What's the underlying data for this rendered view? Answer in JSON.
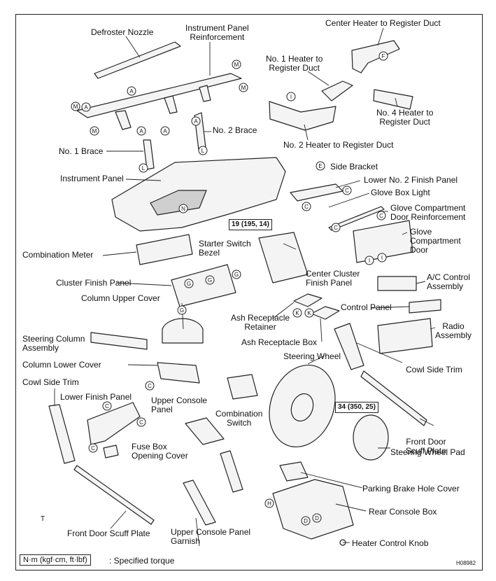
{
  "labels": {
    "defroster_nozzle": "Defroster Nozzle",
    "ip_reinforcement": "Instrument Panel\nReinforcement",
    "center_heater_duct": "Center Heater to Register Duct",
    "no1_heater_duct": "No. 1 Heater to\nRegister Duct",
    "no4_heater_duct": "No. 4 Heater to\nRegister Duct",
    "no2_brace": "No. 2 Brace",
    "no1_brace": "No. 1 Brace",
    "no2_heater_duct": "No. 2 Heater to Register Duct",
    "side_bracket": "Side Bracket",
    "instrument_panel": "Instrument Panel",
    "lower_no2_finish": "Lower No. 2 Finish Panel",
    "glove_box_light": "Glove Box Light",
    "glove_reinforcement": "Glove Compartment\nDoor Reinforcement",
    "glove_door": "Glove\nCompartment\nDoor",
    "combination_meter": "Combination Meter",
    "starter_bezel": "Starter Switch\nBezel",
    "center_cluster": "Center Cluster\nFinish Panel",
    "ac_control": "A/C Control\nAssembly",
    "cluster_finish": "Cluster Finish Panel",
    "column_upper": "Column Upper Cover",
    "control_panel": "Control Panel",
    "ash_retainer": "Ash Receptacle\nRetainer",
    "radio": "Radio\nAssembly",
    "steering_column": "Steering Column\nAssembly",
    "ash_box": "Ash Receptacle Box",
    "steering_wheel": "Steering Wheel",
    "cowl_side_right": "Cowl Side Trim",
    "column_lower": "Column Lower Cover",
    "cowl_side_left": "Cowl Side Trim",
    "lower_finish": "Lower Finish Panel",
    "upper_console": "Upper Console\nPanel",
    "combination_switch": "Combination\nSwitch",
    "front_scuff_right": "Front Door\nScuff Plate",
    "fuse_cover": "Fuse Box\nOpening Cover",
    "steering_pad": "Steering Wheel Pad",
    "parking_cover": "Parking Brake Hole Cover",
    "rear_console": "Rear Console Box",
    "front_scuff_left": "Front Door Scuff Plate",
    "upper_console_garnish": "Upper Console Panel\nGarnish",
    "heater_knob": "Heater Control Knob"
  },
  "torque": {
    "center": "19 (195, 14)",
    "wheel": "34 (350, 25)"
  },
  "legend": {
    "box": "N·m (kgf·cm, ft·lbf)",
    "text": ": Specified torque"
  },
  "figure_id": "H08982",
  "corner_mark": "T",
  "clip_markers": [
    "A",
    "C",
    "D",
    "E",
    "F",
    "G",
    "H",
    "I",
    "K",
    "L",
    "M",
    "N"
  ]
}
